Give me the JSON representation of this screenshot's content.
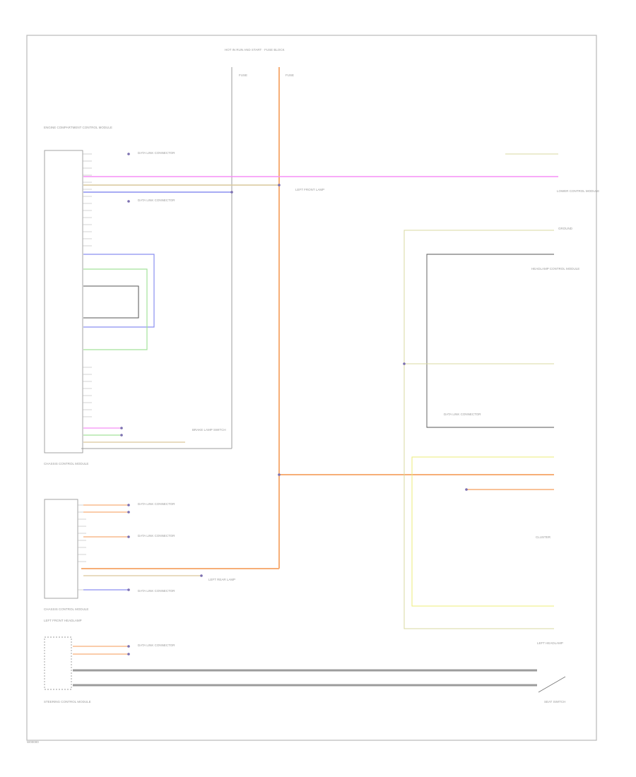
{
  "diagram_title": "",
  "colors": {
    "border": "#b9b9b9",
    "orange": "#f6ae77",
    "pink": "#f58ff5",
    "tan": "#d9c79a",
    "blue": "#8a8ff0",
    "green": "#a3e29b",
    "yellow": "#ecec7a",
    "olive": "#d8d8a0",
    "gray": "#9c9c9c",
    "black": "#555555"
  },
  "labels": {
    "top_source": "HOT IN RUN AND START · FUSE BLOCK",
    "fuse_a": "FUSE",
    "fuse_b": "FUSE",
    "engine_module": "ENGINE COMPARTMENT CONTROL MODULE",
    "engine_module_bottom": "CHASSIS CONTROL MODULE",
    "mid_module": "CHASSIS CONTROL MODULE",
    "mid_module_bottom": "LEFT FRONT HEADLAMP",
    "left_module": "STEERING CONTROL MODULE",
    "ref_top_right": "GROUND",
    "top_right_module": "LOWER CONTROL MODULE",
    "mid_right_module": "HEADLAMP CONTROL MODULE",
    "right_module": "CLUSTER",
    "bottom_right": "LEFT HEADLAMP",
    "bottom_right2": "SEAT SWITCH",
    "data_link_a": "DATA LINK CONNECTOR",
    "data_link_b": "DATA LINK CONNECTOR",
    "data_link_c": "DATA LINK CONNECTOR",
    "data_link_d": "DATA LINK CONNECTOR",
    "data_link_e": "DATA LINK CONNECTOR",
    "data_link_f": "DATA LINK CONNECTOR",
    "data_link_g": "DATA LINK CONNECTOR",
    "splice_a": "BRAKE LAMP SWITCH",
    "splice_b": "LEFT FRONT LAMP",
    "splice_c": "LEFT REAR LAMP",
    "footer": "W00000"
  }
}
